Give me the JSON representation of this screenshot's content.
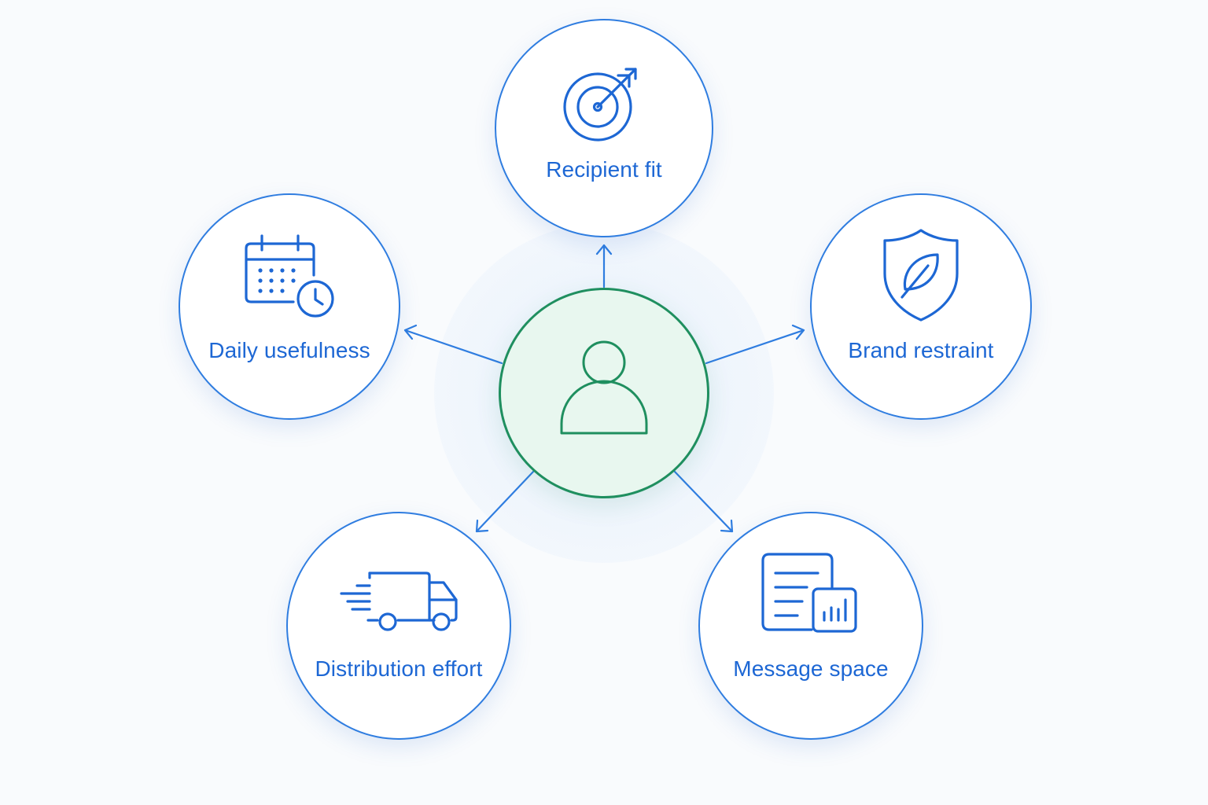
{
  "center": {
    "icon": "person-icon"
  },
  "nodes": [
    {
      "id": "recipient-fit",
      "label": "Recipient fit",
      "icon": "target-arrow-icon"
    },
    {
      "id": "daily-usefulness",
      "label": "Daily usefulness",
      "icon": "calendar-clock-icon"
    },
    {
      "id": "brand-restraint",
      "label": "Brand restraint",
      "icon": "shield-leaf-icon"
    },
    {
      "id": "distribution-effort",
      "label": "Distribution effort",
      "icon": "delivery-truck-icon"
    },
    {
      "id": "message-space",
      "label": "Message space",
      "icon": "document-chart-icon"
    }
  ],
  "colors": {
    "accent_blue": "#2f7de0",
    "label_blue": "#1d67d4",
    "center_green": "#1f8f5f",
    "center_fill": "#e8f7ef",
    "background": "#f9fbfd"
  }
}
